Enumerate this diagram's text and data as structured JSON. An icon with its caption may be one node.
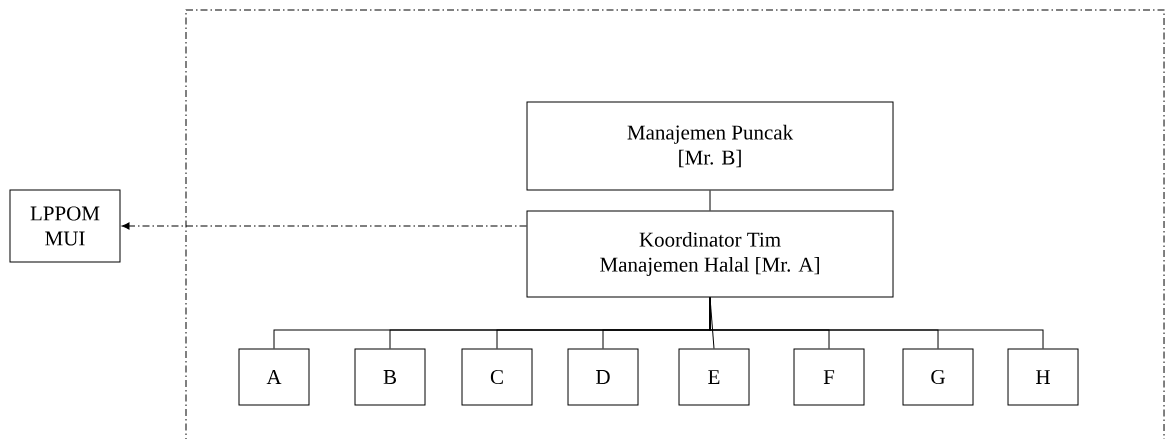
{
  "diagram": {
    "nodes": [
      {
        "text": [
          "Manajemen Puncak [Mr. B]"
        ]
      },
      {
        "text": [
          "Koordinator Tim Manajemen Halal [Mr. A]"
        ]
      },
      {
        "text": [
          "LPPOM MUI"
        ]
      },
      {
        "text": [
          "A"
        ]
      },
      {
        "text": [
          "B"
        ]
      },
      {
        "text": [
          "C"
        ]
      },
      {
        "text": [
          "D"
        ]
      },
      {
        "text": [
          "E"
        ]
      },
      {
        "text": [
          "F"
        ]
      },
      {
        "text": [
          "G"
        ]
      },
      {
        "text": [
          "H"
        ]
      }
    ],
    "edges": [
      {
        "from": 0,
        "to": 1,
        "arrow": "none"
      },
      {
        "from": 1,
        "to": 2,
        "arrow": "to",
        "style": "dashed"
      },
      {
        "from": 1,
        "to": 3,
        "arrow": "none"
      },
      {
        "from": 1,
        "to": 4,
        "arrow": "none"
      },
      {
        "from": 1,
        "to": 5,
        "arrow": "none"
      },
      {
        "from": 1,
        "to": 6,
        "arrow": "none"
      },
      {
        "from": 1,
        "to": 7,
        "arrow": "none"
      },
      {
        "from": 1,
        "to": 8,
        "arrow": "none"
      },
      {
        "from": 1,
        "to": 9,
        "arrow": "none"
      },
      {
        "from": 1,
        "to": 10,
        "arrow": "none"
      }
    ]
  }
}
